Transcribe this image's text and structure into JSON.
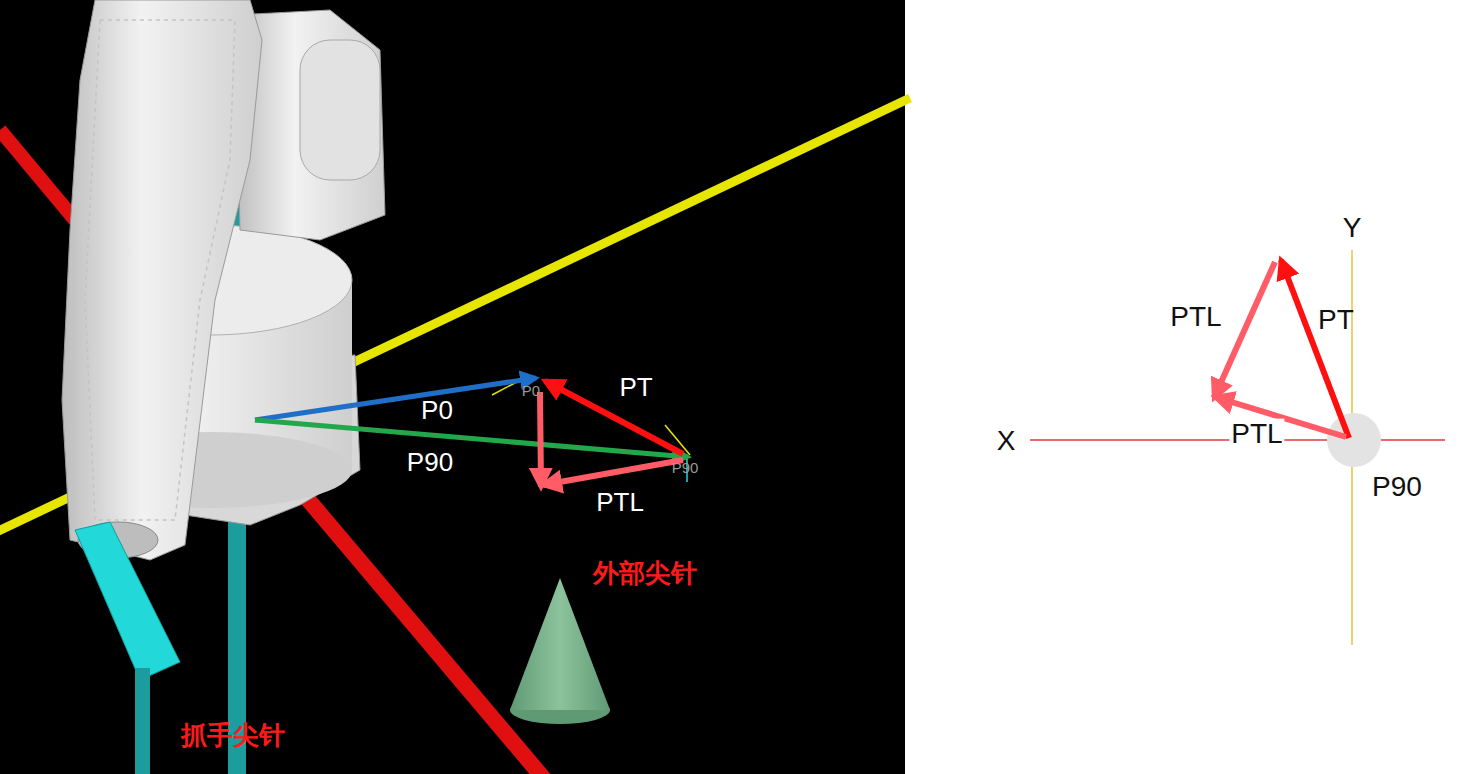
{
  "diagram": {
    "labels": [
      "P0",
      "PT",
      "P0",
      "P90",
      "P90",
      "PTL",
      "外部尖针",
      "抓手尖针",
      "Y",
      "PTL",
      "PT",
      "X",
      "PTL",
      "P90"
    ]
  }
}
